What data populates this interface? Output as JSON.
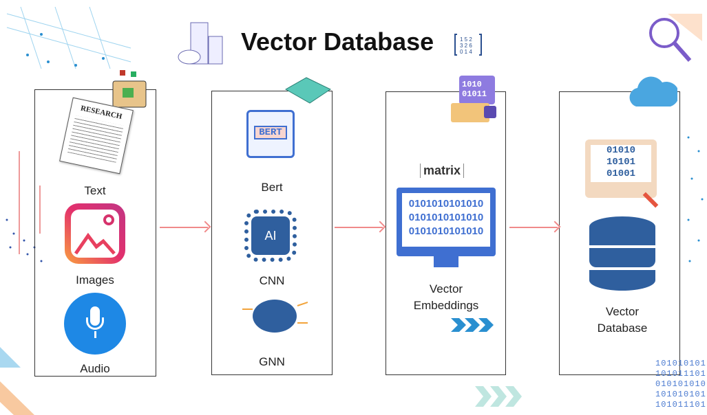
{
  "title": "Vector Database",
  "stages": [
    {
      "items": [
        "Text",
        "Images",
        "Audio"
      ]
    },
    {
      "items": [
        "Bert",
        "CNN",
        "GNN"
      ]
    },
    {
      "items": [
        "Vector\nEmbeddings"
      ],
      "matrix_label": "matrix",
      "screen_bits": [
        "0101010101010",
        "0101010101010",
        "0101010101010"
      ]
    },
    {
      "items": [
        "Vector\nDatabase"
      ]
    }
  ],
  "icons": {
    "research": "RESEARCH",
    "bert": "BERT",
    "ai": "AI",
    "binary_a": "1010",
    "binary_b": "01011",
    "db_screen": [
      "01010",
      "10101",
      "01001"
    ]
  },
  "corner_bits": [
    "101010101",
    "101011101",
    "010101010",
    "101010101",
    "101011101"
  ],
  "colors": {
    "arrow": "#f08a8a",
    "blue": "#3f6fd1",
    "db": "#2f5f9e"
  }
}
